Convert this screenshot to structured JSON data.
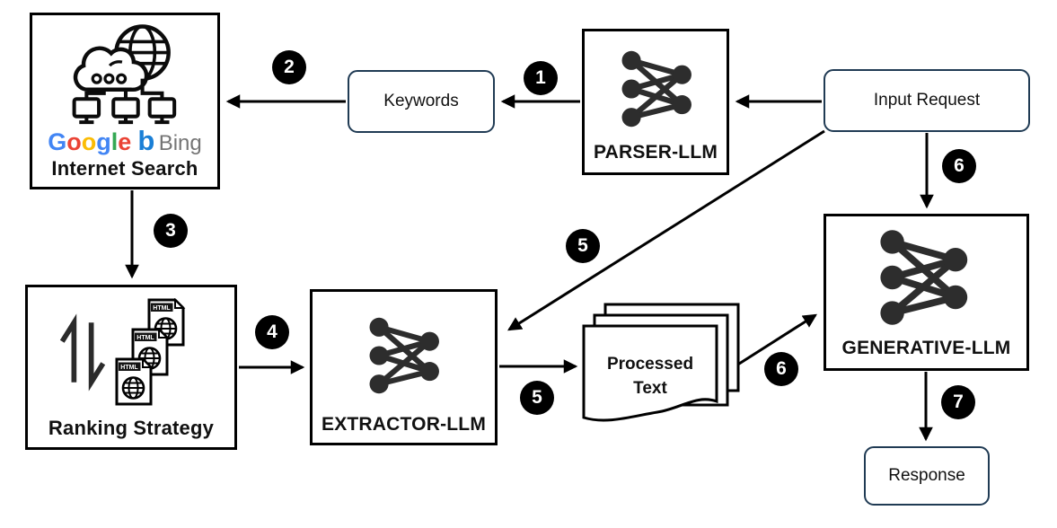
{
  "diagram": {
    "nodes": {
      "internet_search": {
        "label": "Internet Search",
        "google_letters": [
          "G",
          "o",
          "o",
          "g",
          "l",
          "e"
        ],
        "bing_b": "b",
        "bing_label": "Bing"
      },
      "keywords": {
        "label": "Keywords"
      },
      "parser_llm": {
        "label": "PARSER-LLM"
      },
      "input_request": {
        "label": "Input Request"
      },
      "ranking_strategy": {
        "label": "Ranking Strategy",
        "file_badge": "HTML"
      },
      "extractor_llm": {
        "label": "EXTRACTOR-LLM"
      },
      "processed_text": {
        "line1": "Processed",
        "line2": "Text"
      },
      "generative_llm": {
        "label": "GENERATIVE-LLM"
      },
      "response": {
        "label": "Response"
      }
    },
    "steps": {
      "s1": "1",
      "s2": "2",
      "s3": "3",
      "s4": "4",
      "s5_input_to_extractor": "5",
      "s5_extractor_to_text": "5",
      "s6_input_to_generative": "6",
      "s6_text_to_generative": "6",
      "s7": "7"
    },
    "colors": {
      "box_border": "#000000",
      "rounded_border": "#203b54",
      "arrow": "#000000",
      "badge_bg": "#000000",
      "badge_text": "#ffffff",
      "neural_node": "#2d2d2d",
      "google": [
        "#4285F4",
        "#EA4335",
        "#FBBC05",
        "#4285F4",
        "#34A853",
        "#EA4335"
      ],
      "bing_blue": "#1a7fd6",
      "bing_gray": "#757575"
    }
  }
}
